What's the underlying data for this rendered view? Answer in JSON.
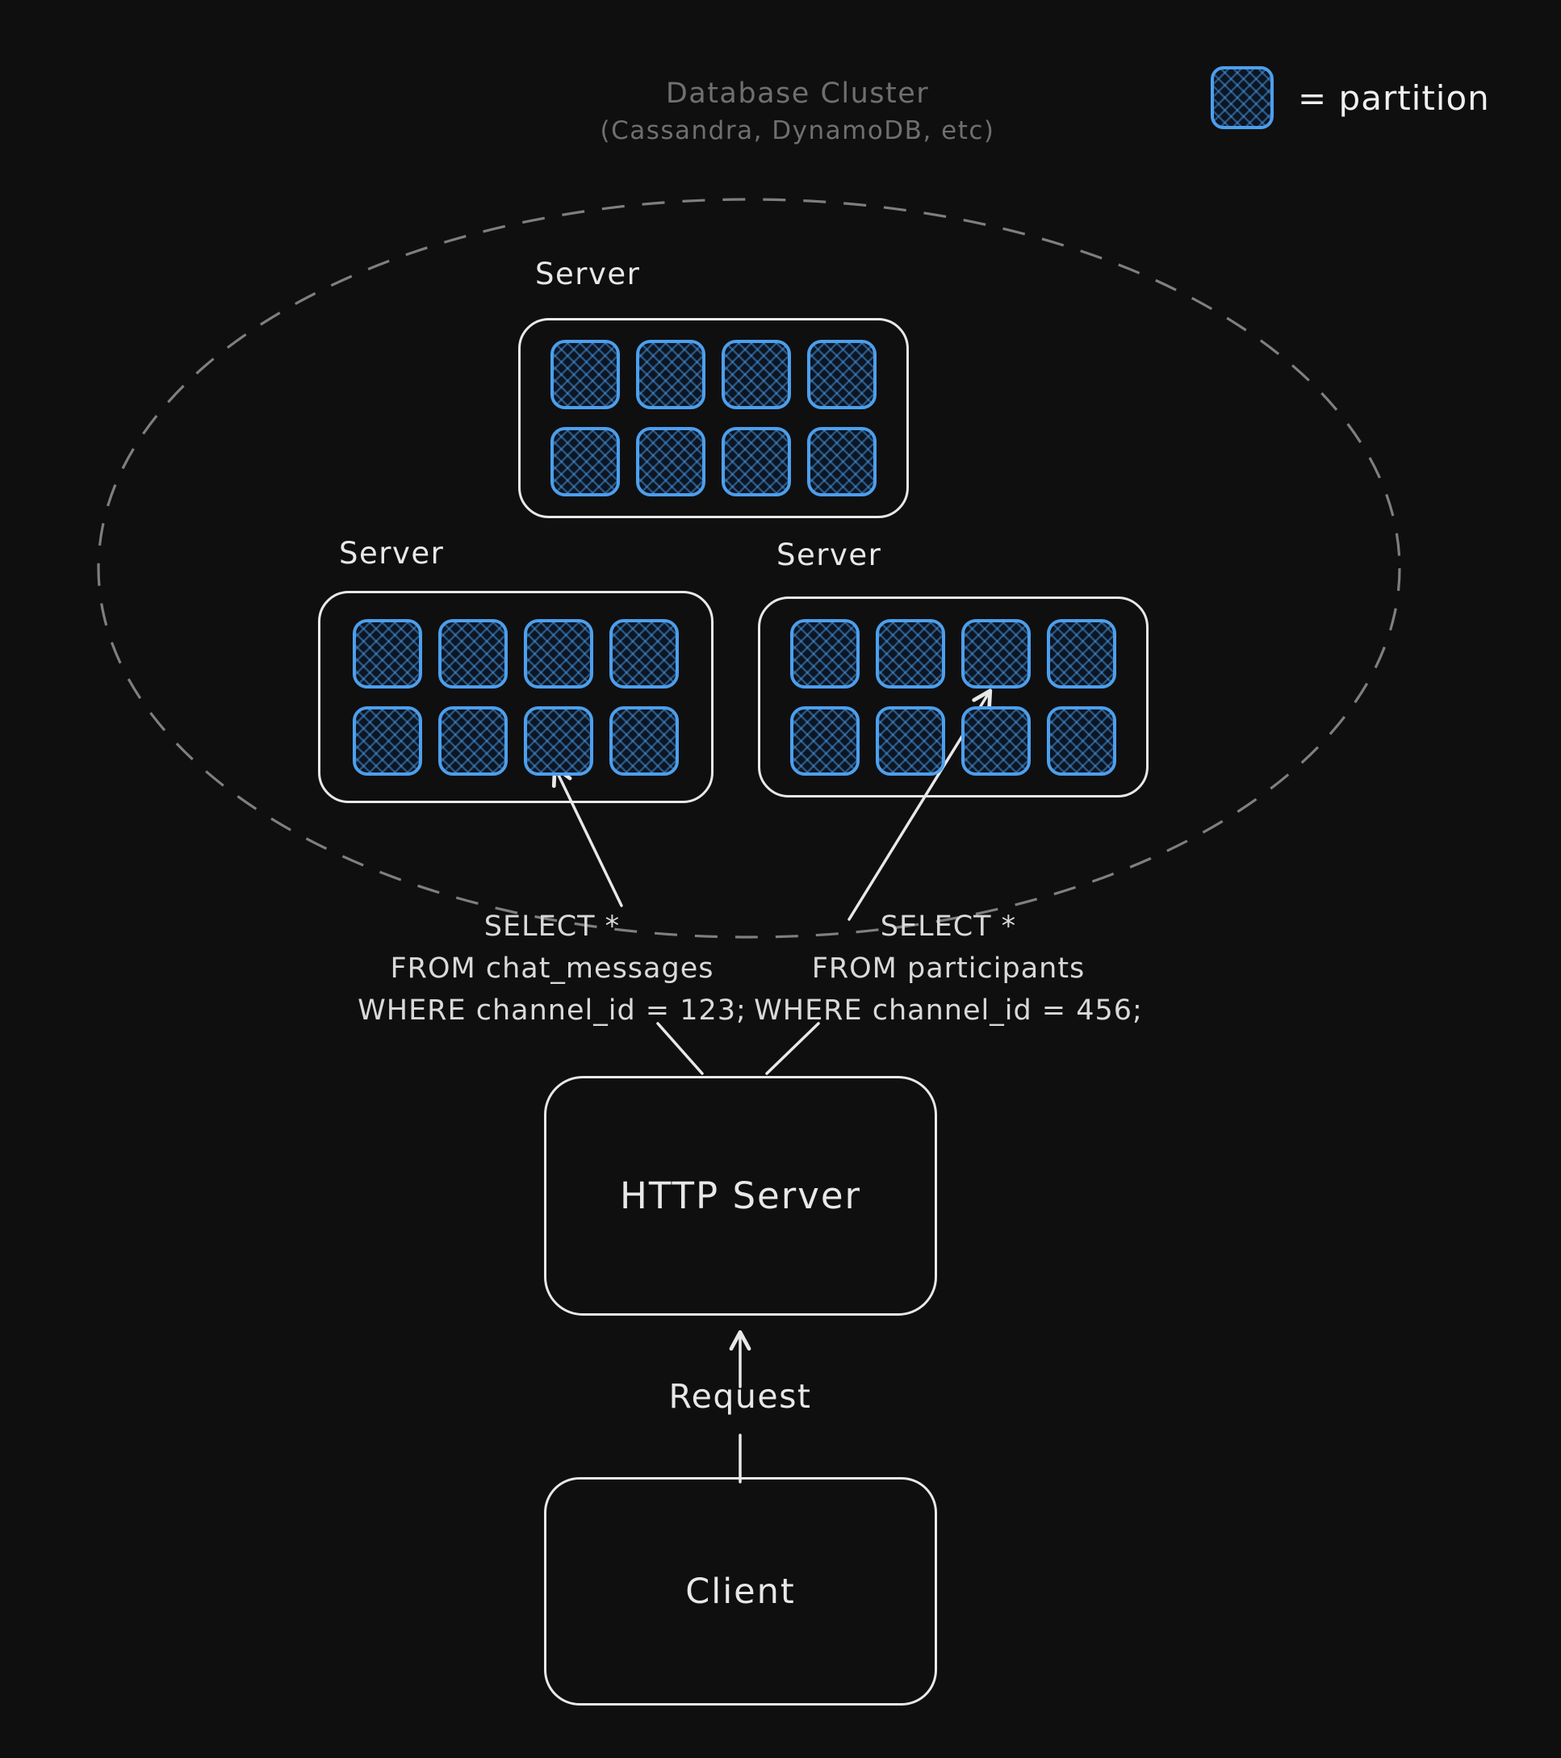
{
  "title": {
    "line1": "Database Cluster",
    "line2": "(Cassandra, DynamoDB, etc)"
  },
  "legend": {
    "label": "= partition"
  },
  "servers": [
    {
      "id": "top",
      "label": "Server",
      "partitions": 8
    },
    {
      "id": "left",
      "label": "Server",
      "partitions": 8
    },
    {
      "id": "right",
      "label": "Server",
      "partitions": 8
    }
  ],
  "queries": {
    "left": {
      "line1": "SELECT *",
      "line2": "FROM chat_messages",
      "line3": "WHERE channel_id = 123;"
    },
    "right": {
      "line1": "SELECT *",
      "line2": "FROM participants",
      "line3": "WHERE channel_id = 456;"
    }
  },
  "http_server": {
    "label": "HTTP Server"
  },
  "request": {
    "label": "Request"
  },
  "client": {
    "label": "Client"
  },
  "colors": {
    "background": "#0f0f10",
    "stroke": "#e8e8e8",
    "partition_blue": "#4d9fec",
    "partition_fill": "#0c1624",
    "muted_text": "#6f6f6f",
    "query_text": "#d9d9d9",
    "ellipse_stroke": "#7f7f7f"
  }
}
